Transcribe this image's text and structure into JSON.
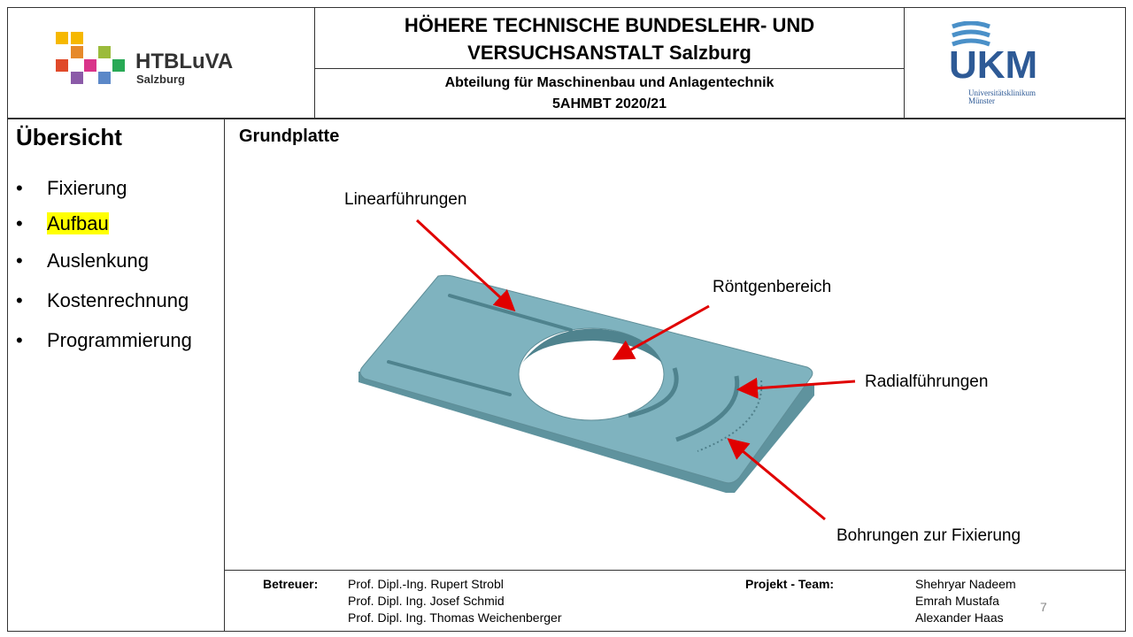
{
  "header": {
    "title_line1": "HÖHERE TECHNISCHE BUNDESLEHR- UND",
    "title_line2": "VERSUCHSANSTALT Salzburg",
    "dept": "Abteilung für Maschinenbau  und Anlagentechnik",
    "class": "5AHMBT 2020/21",
    "logo_left": {
      "name": "HTBLuVA",
      "sub": "Salzburg"
    },
    "logo_right": {
      "name": "UKM",
      "sub1": "Universitätsklinikum",
      "sub2": "Münster"
    }
  },
  "sidebar": {
    "title": "Übersicht",
    "items": [
      {
        "label": "Fixierung"
      },
      {
        "label": "Aufbau",
        "highlighted": true
      },
      {
        "label": "Auslenkung"
      },
      {
        "label": "Kostenrechnung"
      },
      {
        "label": "Programmierung"
      }
    ]
  },
  "main": {
    "title": "Grundplatte",
    "labels": {
      "linear": "Linearführungen",
      "xray": "Röntgenbereich",
      "radial": "Radialführungen",
      "holes": "Bohrungen zur Fixierung"
    },
    "colors": {
      "plate": "#7fb3bf",
      "arrow": "#e00000",
      "highlight": "#ffff00"
    }
  },
  "footer": {
    "supervisors_label": "Betreuer:",
    "supervisors": [
      "Prof. Dipl.-Ing.  Rupert Strobl",
      "Prof. Dipl. Ing.  Josef Schmid",
      "Prof. Dipl. Ing.  Thomas Weichenberger"
    ],
    "team_label": "Projekt - Team:",
    "team": [
      "Shehryar Nadeem",
      "Emrah Mustafa",
      "Alexander Haas"
    ],
    "page_number": "7"
  }
}
